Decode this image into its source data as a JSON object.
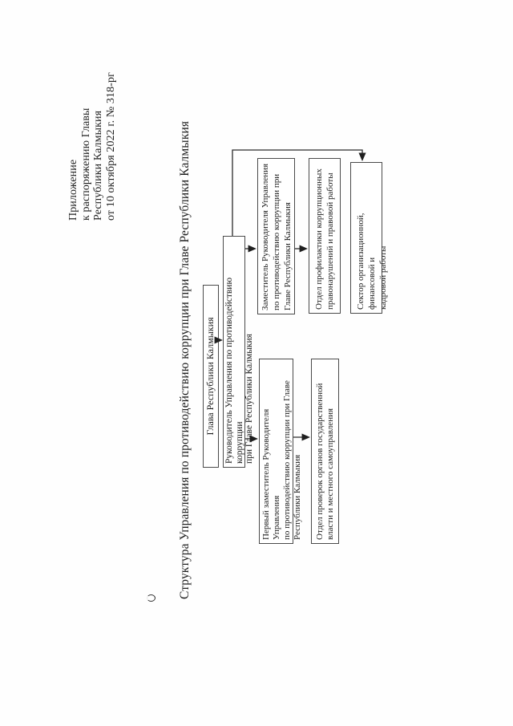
{
  "document": {
    "appendix_note": "Приложение\nк распоряжению Главы\nРеспублики Калмыкия\nот 10 октября 2022 г. № 318-рг",
    "title": "Структура Управления по противодействию коррупции при Главе Республики Калмыкия"
  },
  "org_chart": {
    "nodes": {
      "glava": {
        "text": "Глава Республики Калмыкия"
      },
      "rukovoditel": {
        "text": "Руководитель Управления по противодействию коррупции\nпри Главе Республики Калмыкия"
      },
      "pervyi_zamestitel": {
        "text": "Первый заместитель Руководителя Управления\nпо противодействию коррупции при Главе\nРеспублики Калмыкия"
      },
      "zamestitel": {
        "text": "Заместитель Руководителя Управления\nпо противодействию коррупции при\nГлаве Республики Калмыкия"
      },
      "otdel_proverok": {
        "text": "Отдел проверок органов государственной\nвласти и местного самоуправления"
      },
      "otdel_profilaktiki": {
        "text": "Отдел профилактики коррупционных\nправонарушений и правовой работы"
      },
      "sektor": {
        "text": "Сектор организационной, финансовой и\nкадровой работы"
      }
    },
    "edges": [
      {
        "from": "glava",
        "to": "rukovoditel"
      },
      {
        "from": "rukovoditel",
        "to": "pervyi_zamestitel"
      },
      {
        "from": "rukovoditel",
        "to": "zamestitel"
      },
      {
        "from": "rukovoditel",
        "to": "sektor"
      },
      {
        "from": "pervyi_zamestitel",
        "to": "otdel_proverok"
      },
      {
        "from": "zamestitel",
        "to": "otdel_profilaktiki"
      }
    ],
    "colors": {
      "ink": "#1f1f1f",
      "box_border": "#4a4a4a",
      "background": "#ffffff"
    }
  }
}
